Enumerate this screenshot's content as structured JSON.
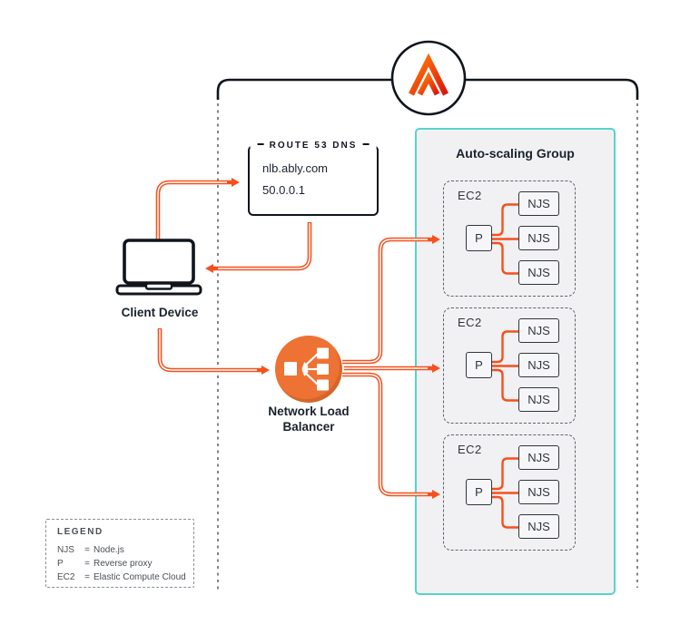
{
  "colors": {
    "ink": "#10151D",
    "accent_orange": "#F4511E",
    "nlb_orange": "#ED7233",
    "asg_teal": "#57D4C9",
    "asg_fill": "#F1F1F3"
  },
  "ably": {
    "icon": "ably-logo-icon"
  },
  "route53": {
    "label": "ROUTE 53 DNS",
    "records": [
      "nlb.ably.com",
      "50.0.0.1"
    ]
  },
  "client": {
    "icon": "laptop-icon",
    "label": "Client Device"
  },
  "nlb": {
    "icon": "load-balancer-icon",
    "label_lines": [
      "Network Load",
      "Balancer"
    ]
  },
  "asg": {
    "title": "Auto-scaling Group",
    "groups": [
      {
        "ec2_label": "EC2",
        "proxy_label": "P",
        "njs": [
          "NJS",
          "NJS",
          "NJS"
        ]
      },
      {
        "ec2_label": "EC2",
        "proxy_label": "P",
        "njs": [
          "NJS",
          "NJS",
          "NJS"
        ]
      },
      {
        "ec2_label": "EC2",
        "proxy_label": "P",
        "njs": [
          "NJS",
          "NJS",
          "NJS"
        ]
      }
    ]
  },
  "legend": {
    "title": "LEGEND",
    "equals": "=",
    "entries": [
      {
        "term": "NJS",
        "definition": "Node.js"
      },
      {
        "term": "P",
        "definition": "Reverse proxy"
      },
      {
        "term": "EC2",
        "definition": "Elastic Compute Cloud"
      }
    ]
  }
}
